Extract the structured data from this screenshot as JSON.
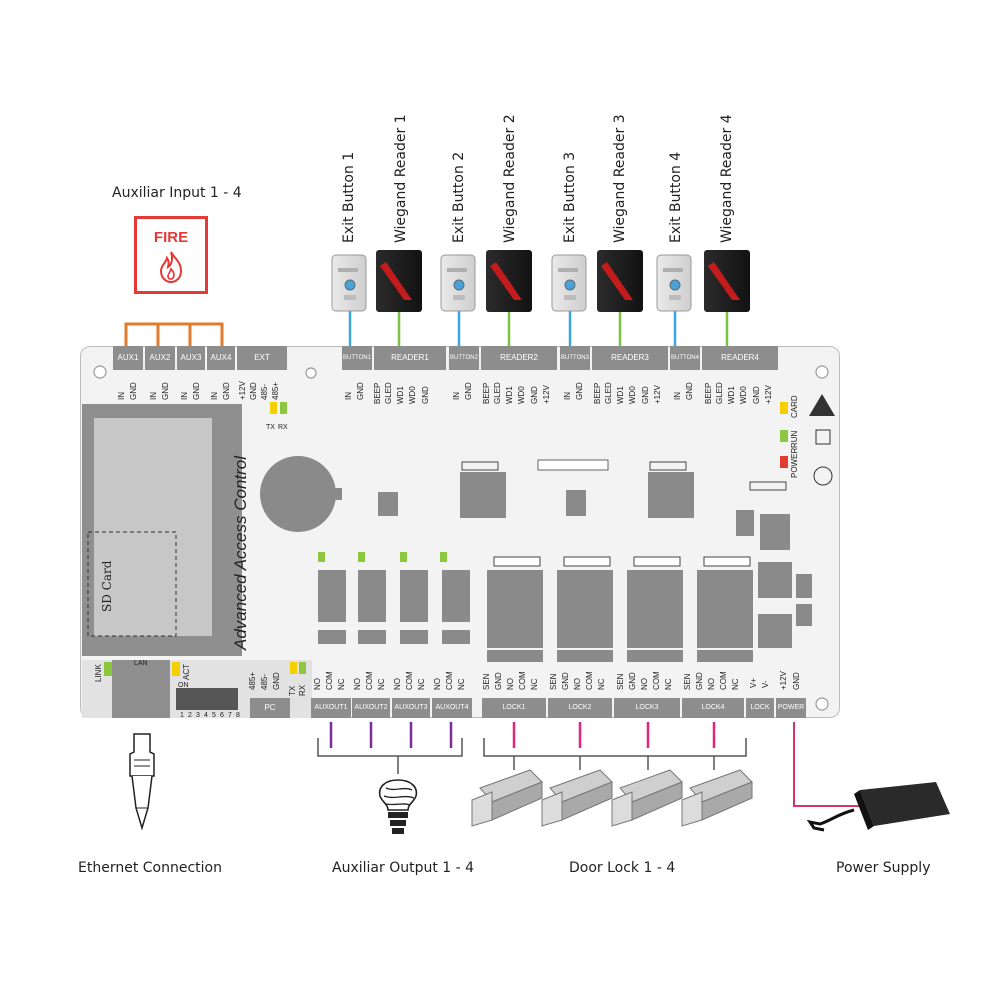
{
  "group_labels": {
    "auxiliar_input": "Auxiliar Input 1 - 4",
    "ethernet": "Ethernet Connection",
    "auxiliar_output": "Auxiliar Output 1 - 4",
    "door_lock": "Door Lock 1 - 4",
    "power_supply": "Power Supply"
  },
  "fire_label": "FIRE",
  "device_labels": {
    "exit1": "Exit Button 1",
    "reader1": "Wiegand Reader 1",
    "exit2": "Exit Button 2",
    "reader2": "Wiegand Reader 2",
    "exit3": "Exit Button 3",
    "reader3": "Wiegand Reader 3",
    "exit4": "Exit Button 4",
    "reader4": "Wiegand Reader 4"
  },
  "board": {
    "title": "Advanced Access Control",
    "sd_card": "SD Card",
    "top_headers": {
      "aux1": "AUX1",
      "aux2": "AUX2",
      "aux3": "AUX3",
      "aux4": "AUX4",
      "ext": "EXT",
      "button1": "BUTTON1",
      "reader1": "READER1",
      "button2": "BUTTON2",
      "reader2": "READER2",
      "button3": "BUTTON3",
      "reader3": "READER3",
      "button4": "BUTTON4",
      "reader4": "READER4"
    },
    "aux_terms": [
      "IN",
      "GND"
    ],
    "ext_terms": [
      "+12V",
      "GND",
      "485-",
      "485+"
    ],
    "button_terms": [
      "IN",
      "GND"
    ],
    "reader_terms": [
      "BEEP",
      "GLED",
      "WD1",
      "WD0",
      "GND",
      "+12V"
    ],
    "reader4_terms": [
      "BEEP",
      "GLED",
      "WD1",
      "WD0",
      "GND",
      "+12V"
    ],
    "txrx": [
      "TX",
      "RX"
    ],
    "status_leds": [
      "CARD",
      "RUN",
      "POWER"
    ],
    "lan": {
      "link": "LINK",
      "lan": "LAN",
      "act": "ACT",
      "on": "ON",
      "dip": [
        "1",
        "2",
        "3",
        "4",
        "5",
        "6",
        "7",
        "8"
      ]
    },
    "pc_terms": [
      "485+",
      "485-",
      "GND"
    ],
    "pc_txrx": [
      "TX",
      "RX"
    ],
    "bottom_headers": {
      "pc": "PC",
      "auxout1": "AUXOUT1",
      "auxout2": "AUXOUT2",
      "auxout3": "AUXOUT3",
      "auxout4": "AUXOUT4",
      "lock1": "LOCK1",
      "lock2": "LOCK2",
      "lock3": "LOCK3",
      "lock4": "LOCK4",
      "lock": "LOCK",
      "power": "POWER"
    },
    "auxout_terms": [
      "NO",
      "COM",
      "NC"
    ],
    "lock_terms": [
      "SEN",
      "GND",
      "NO",
      "COM",
      "NC"
    ],
    "lockv_terms": [
      "V+",
      "V-"
    ],
    "power_terms": [
      "+12V",
      "GND"
    ]
  },
  "wire_colors": {
    "aux_input": "#e07b2c",
    "exit_button": "#3aa7e0",
    "reader": "#7cc242",
    "aux_output": "#7b2f9e",
    "door_lock": "#e0267a",
    "power": "#d6336c"
  }
}
